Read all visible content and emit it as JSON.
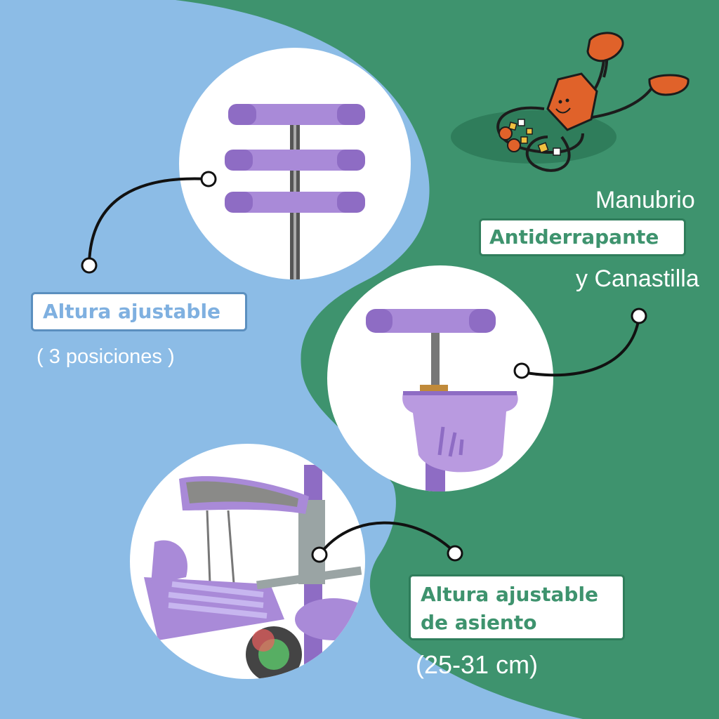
{
  "colors": {
    "blue": "#8cbce6",
    "green": "#3e936e",
    "dark_green": "#2f7d5b",
    "purple": "#a98ad8",
    "purple_dark": "#8e6cc4",
    "orange": "#e0622a",
    "white": "#ffffff"
  },
  "feature_handle": {
    "title": "Altura ajustable",
    "note": "( 3 posiciones )"
  },
  "feature_basket": {
    "line1": "Manubrio",
    "highlight": "Antiderrapante",
    "line3": "y Canastilla"
  },
  "feature_seat": {
    "title_line1": "Altura ajustable",
    "title_line2": "de asiento",
    "note": "(25-31 cm)"
  },
  "icons": {
    "mascot": "orange-hexagon-mascot-icon",
    "handle": "purple-handlebar-icon",
    "basket": "purple-basket-icon",
    "seat": "scooter-seat-icon"
  }
}
